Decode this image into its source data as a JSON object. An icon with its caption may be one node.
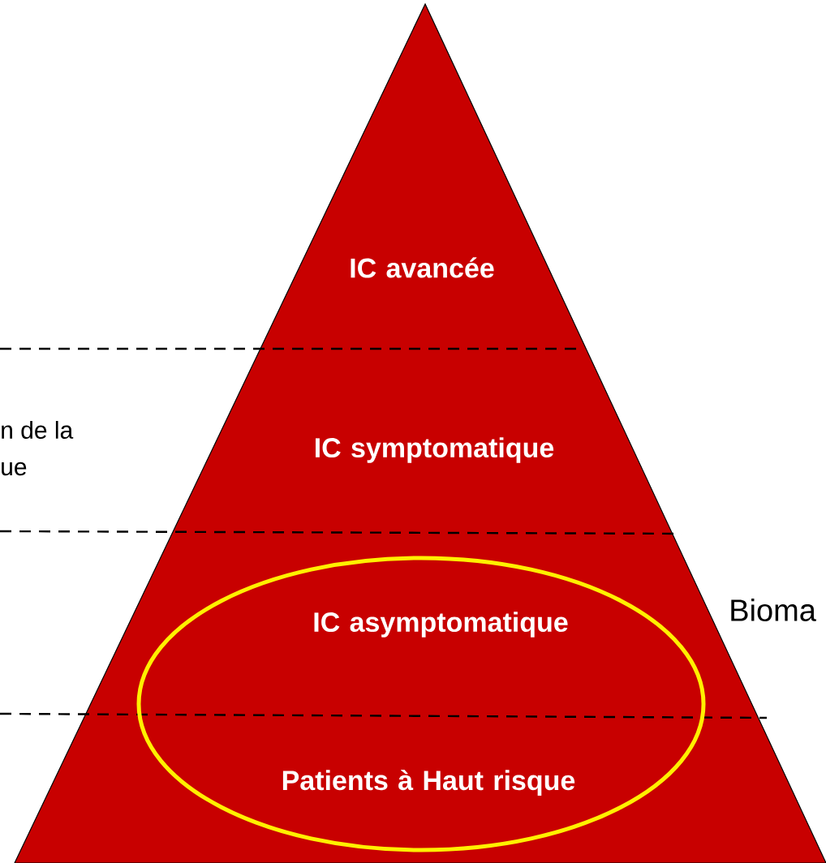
{
  "diagram": {
    "nodes": [
      {
        "text": [
          "IC avancée"
        ]
      },
      {
        "text": [
          "IC symptomatique"
        ]
      },
      {
        "text": [
          "IC asymptomatique"
        ]
      },
      {
        "text": [
          "Patients à Haut risque"
        ]
      }
    ],
    "labels": [
      "n de la",
      "ue",
      "Bioma"
    ]
  }
}
